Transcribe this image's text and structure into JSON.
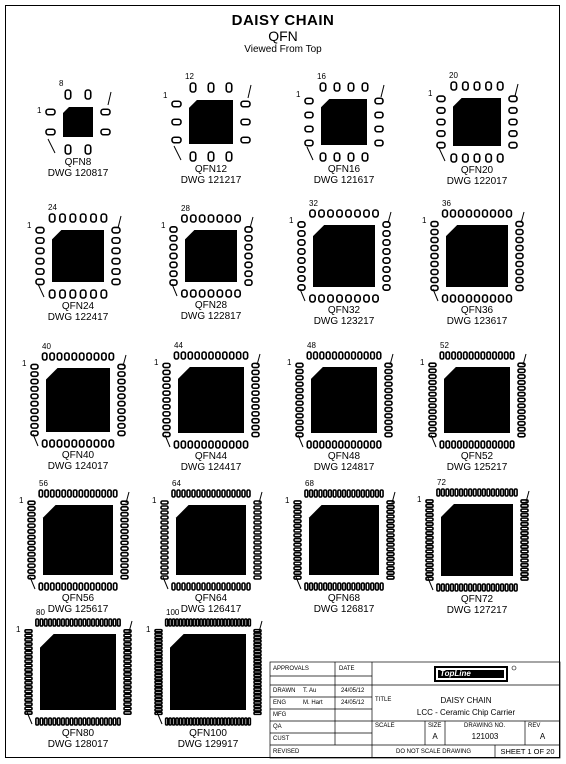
{
  "header": {
    "title": "DAISY CHAIN",
    "subtitle": "QFN",
    "view": "Viewed From Top"
  },
  "chips": [
    {
      "name": "QFN8",
      "dwg": "DWG 120817",
      "pins": 8,
      "corner": "8"
    },
    {
      "name": "QFN12",
      "dwg": "DWG 121217",
      "pins": 12,
      "corner": "12"
    },
    {
      "name": "QFN16",
      "dwg": "DWG 121617",
      "pins": 16,
      "corner": "16"
    },
    {
      "name": "QFN20",
      "dwg": "DWG 122017",
      "pins": 20,
      "corner": "20"
    },
    {
      "name": "QFN24",
      "dwg": "DWG 122417",
      "pins": 24,
      "corner": "24"
    },
    {
      "name": "QFN28",
      "dwg": "DWG 122817",
      "pins": 28,
      "corner": "28"
    },
    {
      "name": "QFN32",
      "dwg": "DWG 123217",
      "pins": 32,
      "corner": "32"
    },
    {
      "name": "QFN36",
      "dwg": "DWG 123617",
      "pins": 36,
      "corner": "36"
    },
    {
      "name": "QFN40",
      "dwg": "DWG 124017",
      "pins": 40,
      "corner": "40"
    },
    {
      "name": "QFN44",
      "dwg": "DWG 124417",
      "pins": 44,
      "corner": "44"
    },
    {
      "name": "QFN48",
      "dwg": "DWG 124817",
      "pins": 48,
      "corner": "48"
    },
    {
      "name": "QFN52",
      "dwg": "DWG 125217",
      "pins": 52,
      "corner": "52"
    },
    {
      "name": "QFN56",
      "dwg": "DWG 125617",
      "pins": 56,
      "corner": "56"
    },
    {
      "name": "QFN64",
      "dwg": "DWG 126417",
      "pins": 64,
      "corner": "64"
    },
    {
      "name": "QFN68",
      "dwg": "DWG 126817",
      "pins": 68,
      "corner": "68"
    },
    {
      "name": "QFN72",
      "dwg": "DWG 127217",
      "pins": 72,
      "corner": "72"
    },
    {
      "name": "QFN80",
      "dwg": "DWG 128017",
      "pins": 80,
      "corner": "80"
    },
    {
      "name": "QFN100",
      "dwg": "DWG 129917",
      "pins": 100,
      "corner": "100"
    }
  ],
  "pin_one_label": "1",
  "title_block": {
    "approvals": "APPROVALS",
    "date": "DATE",
    "drawn": "DRAWN",
    "drawn_by": "T. Au",
    "drawn_date": "24/05/12",
    "eng": "ENG",
    "eng_by": "M. Hart",
    "eng_date": "24/05/12",
    "mfg": "MFG",
    "qa": "QA",
    "cust": "CUST",
    "revised": "REVISED",
    "logo": "TopLine",
    "title_label": "TITLE",
    "title_line1": "DAISY CHAIN",
    "title_line2": "LCC - Ceramic Chip Carrier",
    "scale": "SCALE",
    "size": "SIZE",
    "size_val": "A",
    "drawing_no": "DRAWING NO.",
    "drawing_no_val": "121003",
    "rev": "REV",
    "rev_val": "A",
    "do_not_scale": "DO NOT SCALE DRAWING",
    "sheet": "SHEET 1 OF 20"
  }
}
